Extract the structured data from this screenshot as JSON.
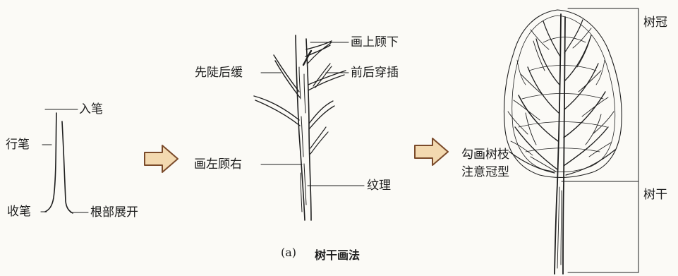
{
  "stroke_demo": {
    "entry": "入笔",
    "travel": "行笔",
    "finish": "收笔",
    "root": "根部展开"
  },
  "trunk_demo": {
    "first_steep": "先陡后缓",
    "up_down": "画上顾下",
    "interlace": "前后穿插",
    "left_right": "画左顾右",
    "texture": "纹理"
  },
  "tree_demo": {
    "sketch_line1": "勾画树枝",
    "sketch_line2": "注意冠型",
    "crown": "树冠",
    "trunk": "树干"
  },
  "caption": {
    "tag": "(a)",
    "text": "树干画法"
  },
  "colors": {
    "ink": "#1e1e1e",
    "arrow_fill": "#f3d9b0",
    "arrow_stroke": "#7a4a2a",
    "paper": "#fbfaf6"
  }
}
